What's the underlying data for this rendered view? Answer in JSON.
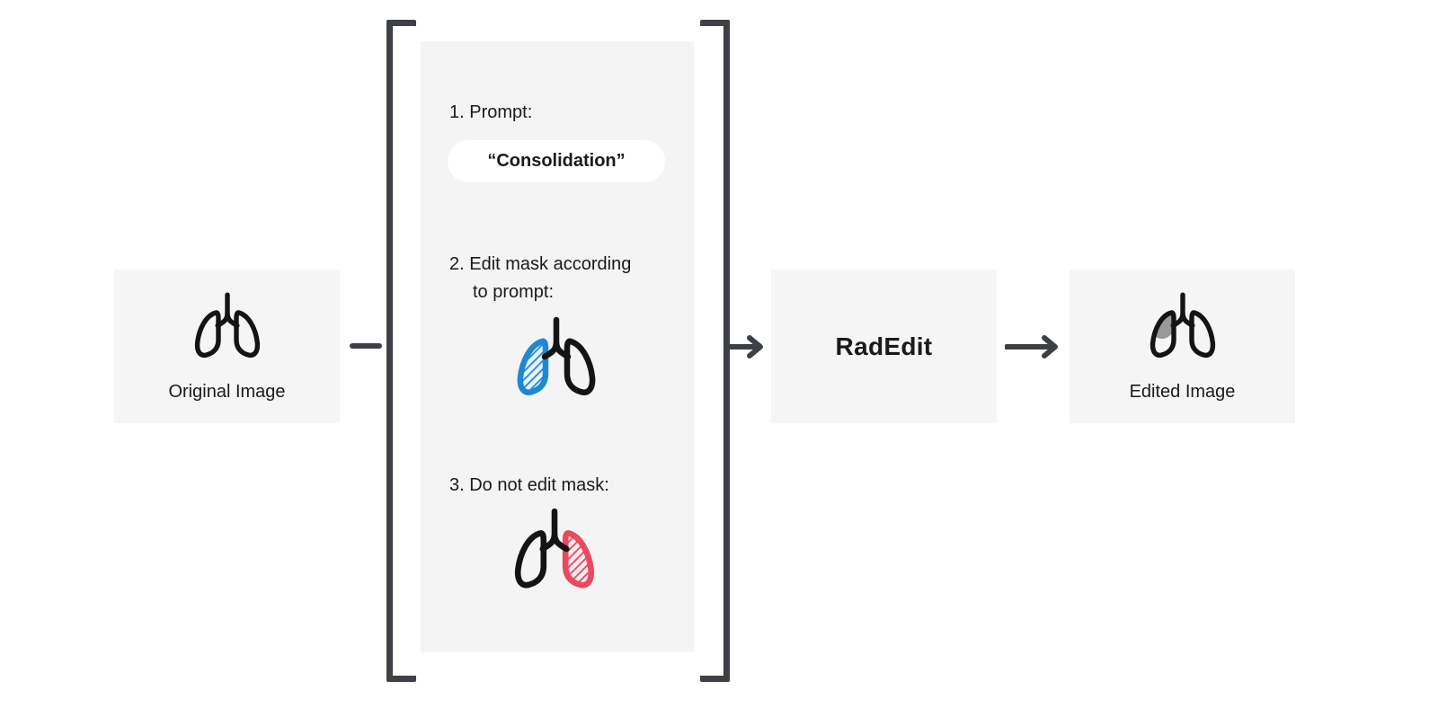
{
  "colors": {
    "canvas_bg": "#ffffff",
    "panel_bg": "#f4f4f4",
    "box_bg": "#f5f5f5",
    "line": "#3d4045",
    "text": "#1a1a1a",
    "lung_stroke": "#141414",
    "edit_mask": "#1e88d2",
    "edit_mask_tint": "#e9f3fc",
    "keep_mask": "#e84a5f",
    "keep_mask_tint": "#fdeaee",
    "edited_shade": "#8f8f8f",
    "pill_bg": "#ffffff"
  },
  "icons": {
    "original": "lungs-icon",
    "edit_mask": "lungs-left-highlight-icon",
    "keep_mask": "lungs-right-highlight-icon",
    "edited": "lungs-shaded-icon",
    "connector": "arrow-right-icon"
  },
  "nodes": {
    "original": {
      "label": "Original Image"
    },
    "model": {
      "label": "RadEdit"
    },
    "edited": {
      "label": "Edited Image"
    }
  },
  "conditioning": {
    "step1_label": "1. Prompt:",
    "prompt": "“Consolidation”",
    "step2_label_line1": "2. Edit mask according",
    "step2_label_line2": "to prompt:",
    "step3_label": "3. Do not edit mask:"
  }
}
